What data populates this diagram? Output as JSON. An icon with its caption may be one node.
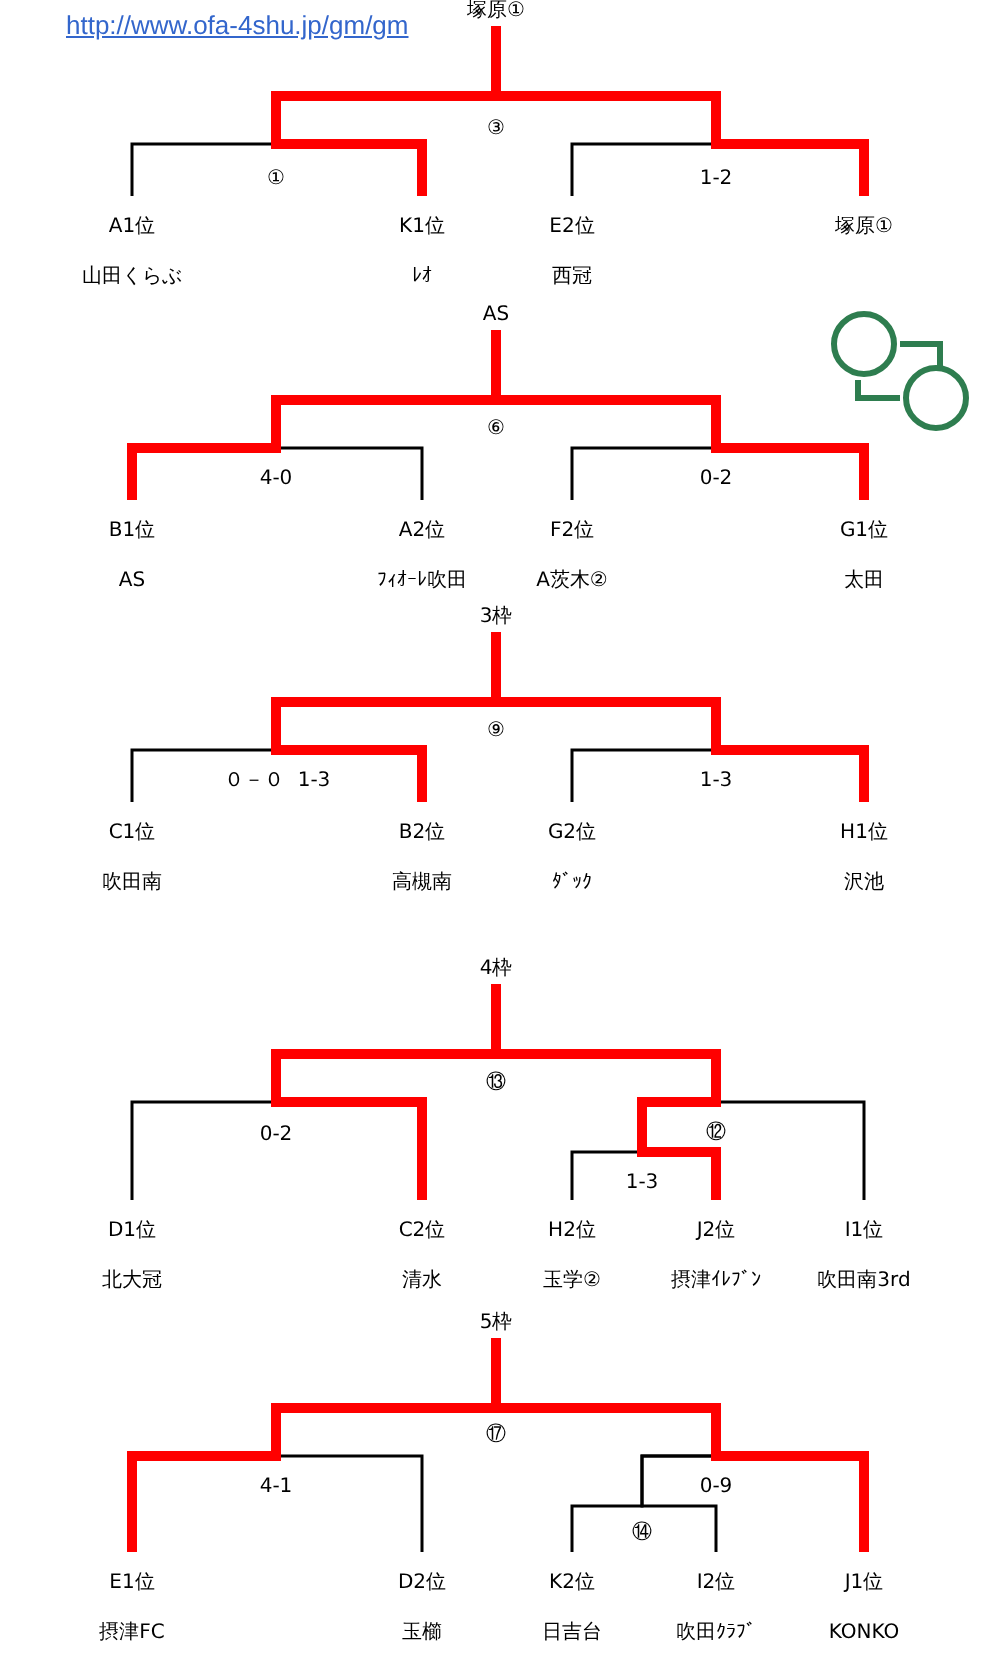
{
  "diagram": {
    "nodes": [
      {
        "text": [
          "塚原①"
        ]
      },
      {
        "text": [
          "A1位",
          "山田くらぶ"
        ]
      },
      {
        "text": [
          "K1位",
          "ﾚｵ"
        ]
      },
      {
        "text": [
          "E2位",
          "西冠"
        ]
      },
      {
        "text": [
          "塚原①"
        ]
      },
      {
        "text": [
          "AS"
        ]
      },
      {
        "text": [
          "B1位",
          "AS"
        ]
      },
      {
        "text": [
          "A2位",
          "ﾌｨｵｰﾚ吹田"
        ]
      },
      {
        "text": [
          "F2位",
          "A茨木②"
        ]
      },
      {
        "text": [
          "G1位",
          "太田"
        ]
      },
      {
        "text": [
          "3枠"
        ]
      },
      {
        "text": [
          "C1位",
          "吹田南"
        ]
      },
      {
        "text": [
          "B2位",
          "高槻南"
        ]
      },
      {
        "text": [
          "G2位",
          "ﾀﾞｯｸ"
        ]
      },
      {
        "text": [
          "H1位",
          "沢池"
        ]
      },
      {
        "text": [
          "4枠"
        ]
      },
      {
        "text": [
          "D1位",
          "北大冠"
        ]
      },
      {
        "text": [
          "C2位",
          "清水"
        ]
      },
      {
        "text": [
          "H2位",
          "玉学②"
        ]
      },
      {
        "text": [
          "J2位",
          "摂津ｲﾚﾌﾞﾝ"
        ]
      },
      {
        "text": [
          "I1位",
          "吹田南3rd"
        ]
      },
      {
        "text": [
          "5枠"
        ]
      },
      {
        "text": [
          "E1位",
          "摂津FC"
        ]
      },
      {
        "text": [
          "D2位",
          "玉櫛"
        ]
      },
      {
        "text": [
          "K2位",
          "日吉台"
        ]
      },
      {
        "text": [
          "I2位",
          "吹田ｸﾗﾌﾞ"
        ]
      },
      {
        "text": [
          "J1位",
          "KONKO"
        ]
      }
    ],
    "edges": [
      {
        "from": 1,
        "to": 0,
        "arrow": "none"
      },
      {
        "from": 2,
        "to": 0,
        "arrow": "none",
        "style": "thick",
        "color": "#ff0000"
      },
      {
        "from": 3,
        "to": 0,
        "arrow": "none"
      },
      {
        "from": 4,
        "to": 0,
        "arrow": "none",
        "style": "thick",
        "color": "#ff0000"
      },
      {
        "from": 6,
        "to": 5,
        "arrow": "none",
        "style": "thick",
        "color": "#ff0000"
      },
      {
        "from": 7,
        "to": 5,
        "arrow": "none"
      },
      {
        "from": 8,
        "to": 5,
        "arrow": "none"
      },
      {
        "from": 9,
        "to": 5,
        "arrow": "none",
        "style": "thick",
        "color": "#ff0000"
      },
      {
        "from": 11,
        "to": 10,
        "arrow": "none"
      },
      {
        "from": 12,
        "to": 10,
        "arrow": "none",
        "style": "thick",
        "color": "#ff0000"
      },
      {
        "from": 13,
        "to": 10,
        "arrow": "none"
      },
      {
        "from": 14,
        "to": 10,
        "arrow": "none",
        "style": "thick",
        "color": "#ff0000"
      },
      {
        "from": 16,
        "to": 15,
        "arrow": "none"
      },
      {
        "from": 17,
        "to": 15,
        "arrow": "none",
        "style": "thick",
        "color": "#ff0000"
      },
      {
        "from": 18,
        "to": 15,
        "arrow": "none"
      },
      {
        "from": 19,
        "to": 15,
        "arrow": "none",
        "style": "thick",
        "color": "#ff0000"
      },
      {
        "from": 20,
        "to": 15,
        "arrow": "none"
      },
      {
        "from": 22,
        "to": 21,
        "arrow": "none",
        "style": "thick",
        "color": "#ff0000"
      },
      {
        "from": 23,
        "to": 21,
        "arrow": "none"
      },
      {
        "from": 24,
        "to": 21,
        "arrow": "none"
      },
      {
        "from": 25,
        "to": 21,
        "arrow": "none"
      },
      {
        "from": 26,
        "to": 21,
        "arrow": "none",
        "style": "thick",
        "color": "#ff0000"
      }
    ],
    "labels": [
      "http://www.ofa-4shu.jp/gm/gm",
      "③",
      "①",
      "1-2",
      "⑥",
      "4-0",
      "0-2",
      "⑨",
      "０－０",
      "1-3",
      "1-3",
      "⑬",
      "0-2",
      "⑫",
      "1-3",
      "⑰",
      "4-1",
      "0-9",
      "⑭"
    ]
  }
}
